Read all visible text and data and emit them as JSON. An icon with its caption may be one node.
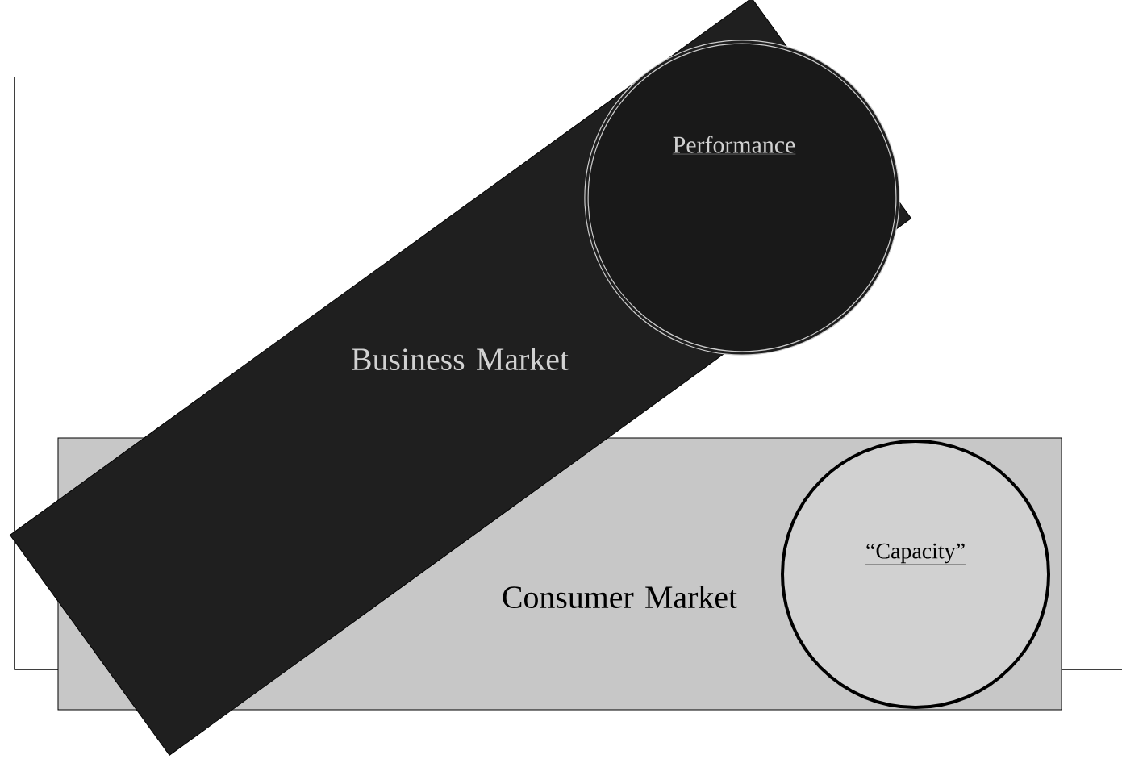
{
  "diagram": {
    "nodes": [
      {
        "text": [
          "Business Market"
        ]
      },
      {
        "text": [
          "Performance"
        ],
        "in": 0
      },
      {
        "text": [
          "Consumer Market"
        ]
      },
      {
        "text": [
          "“Capacity”"
        ],
        "in": 2
      }
    ]
  }
}
